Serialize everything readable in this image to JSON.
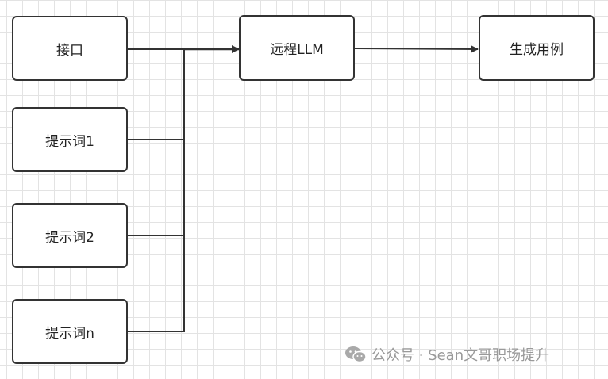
{
  "nodes": {
    "interface": "接口",
    "prompt1": "提示词1",
    "prompt2": "提示词2",
    "promptn": "提示词n",
    "llm": "远程LLM",
    "output": "生成用例"
  },
  "watermark": {
    "text": "公众号 · Sean文哥职场提升",
    "icon": "wechat-icon"
  },
  "colors": {
    "line": "#333333",
    "box_border": "#333333",
    "grid": "#e3e3e3"
  }
}
